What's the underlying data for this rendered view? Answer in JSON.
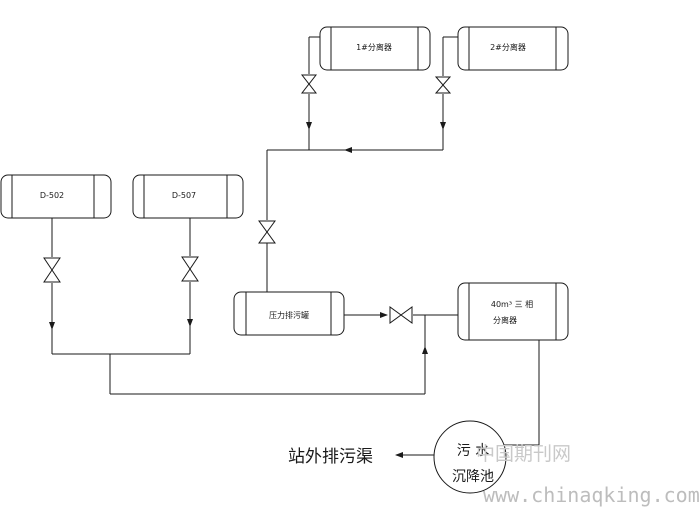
{
  "vessels": {
    "sep1": "1#分离器",
    "sep2": "2#分离器",
    "d502": "D-502",
    "d507": "D-507",
    "pressure_tank": "压力排污罐",
    "three_phase_line1": "40m³ 三 相",
    "three_phase_line2": "分离器"
  },
  "pit": {
    "line1": "污  水",
    "line2": "沉降池"
  },
  "outlet_label": "站外排污渠",
  "watermark": {
    "cn": "中国期刊网",
    "url": "www.chinaqking.com"
  }
}
